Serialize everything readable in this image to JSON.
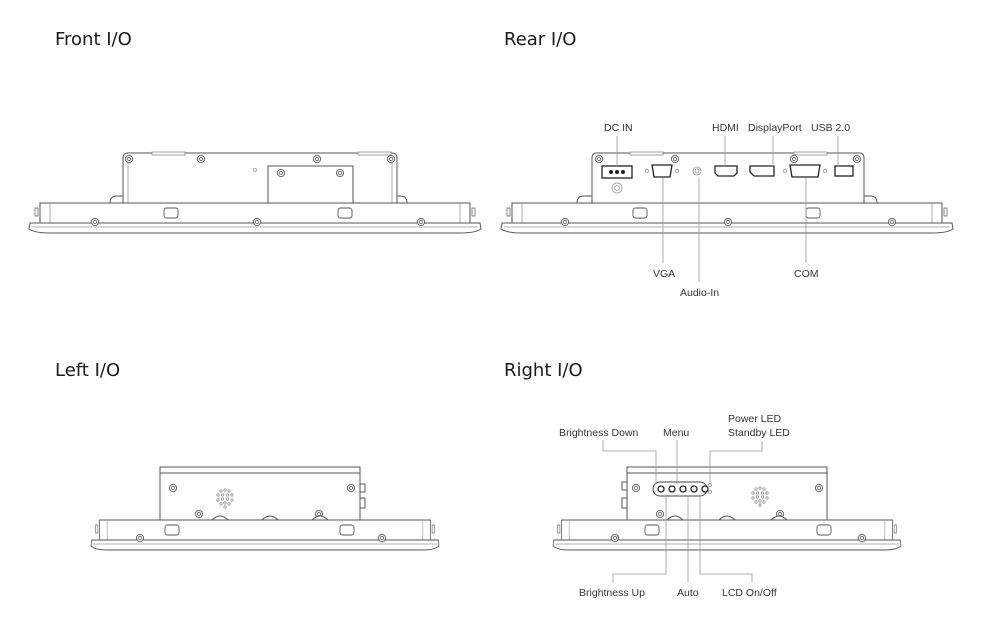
{
  "sections": {
    "front": {
      "title": "Front I/O"
    },
    "rear": {
      "title": "Rear I/O",
      "labels": {
        "dc_in": "DC IN",
        "hdmi": "HDMI",
        "displayport": "DisplayPort",
        "usb": "USB 2.0",
        "vga": "VGA",
        "audio_in": "Audio-In",
        "com": "COM"
      }
    },
    "left": {
      "title": "Left I/O"
    },
    "right": {
      "title": "Right I/O",
      "labels": {
        "brightness_down": "Brightness Down",
        "menu": "Menu",
        "power_led": "Power LED",
        "standby_led": "Standby LED",
        "brightness_up": "Brightness Up",
        "auto": "Auto",
        "lcd_onoff": "LCD On/Off"
      }
    }
  }
}
